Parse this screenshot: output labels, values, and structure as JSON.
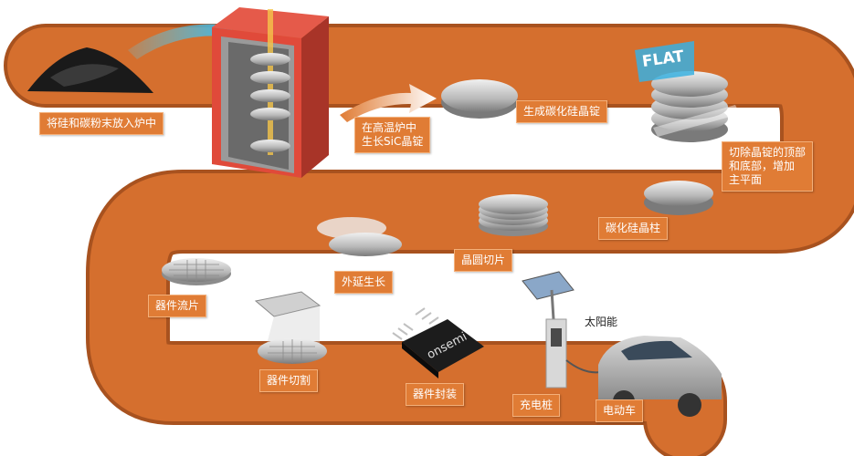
{
  "colors": {
    "band": "#cf6a2b",
    "band_edge": "#a8521f",
    "label": "#e07c35"
  },
  "steps": {
    "step1": "将硅和碳粉末放入炉中",
    "step2_line1": "在高温炉中",
    "step2_line2": "生长SiC晶锭",
    "step3": "生成碳化硅晶锭",
    "flat_badge": "FLAT",
    "step4_line1": "切除晶锭的顶部",
    "step4_line2": "和底部，增加",
    "step4_line3": "主平面",
    "step5": "碳化硅晶柱",
    "step6": "晶圆切片",
    "step7": "外延生长",
    "step8": "器件流片",
    "step9": "器件切割",
    "step10": "器件封装",
    "chip_brand": "onsemi",
    "solar_label": "太阳能",
    "step11": "充电桩",
    "step12": "电动车"
  }
}
